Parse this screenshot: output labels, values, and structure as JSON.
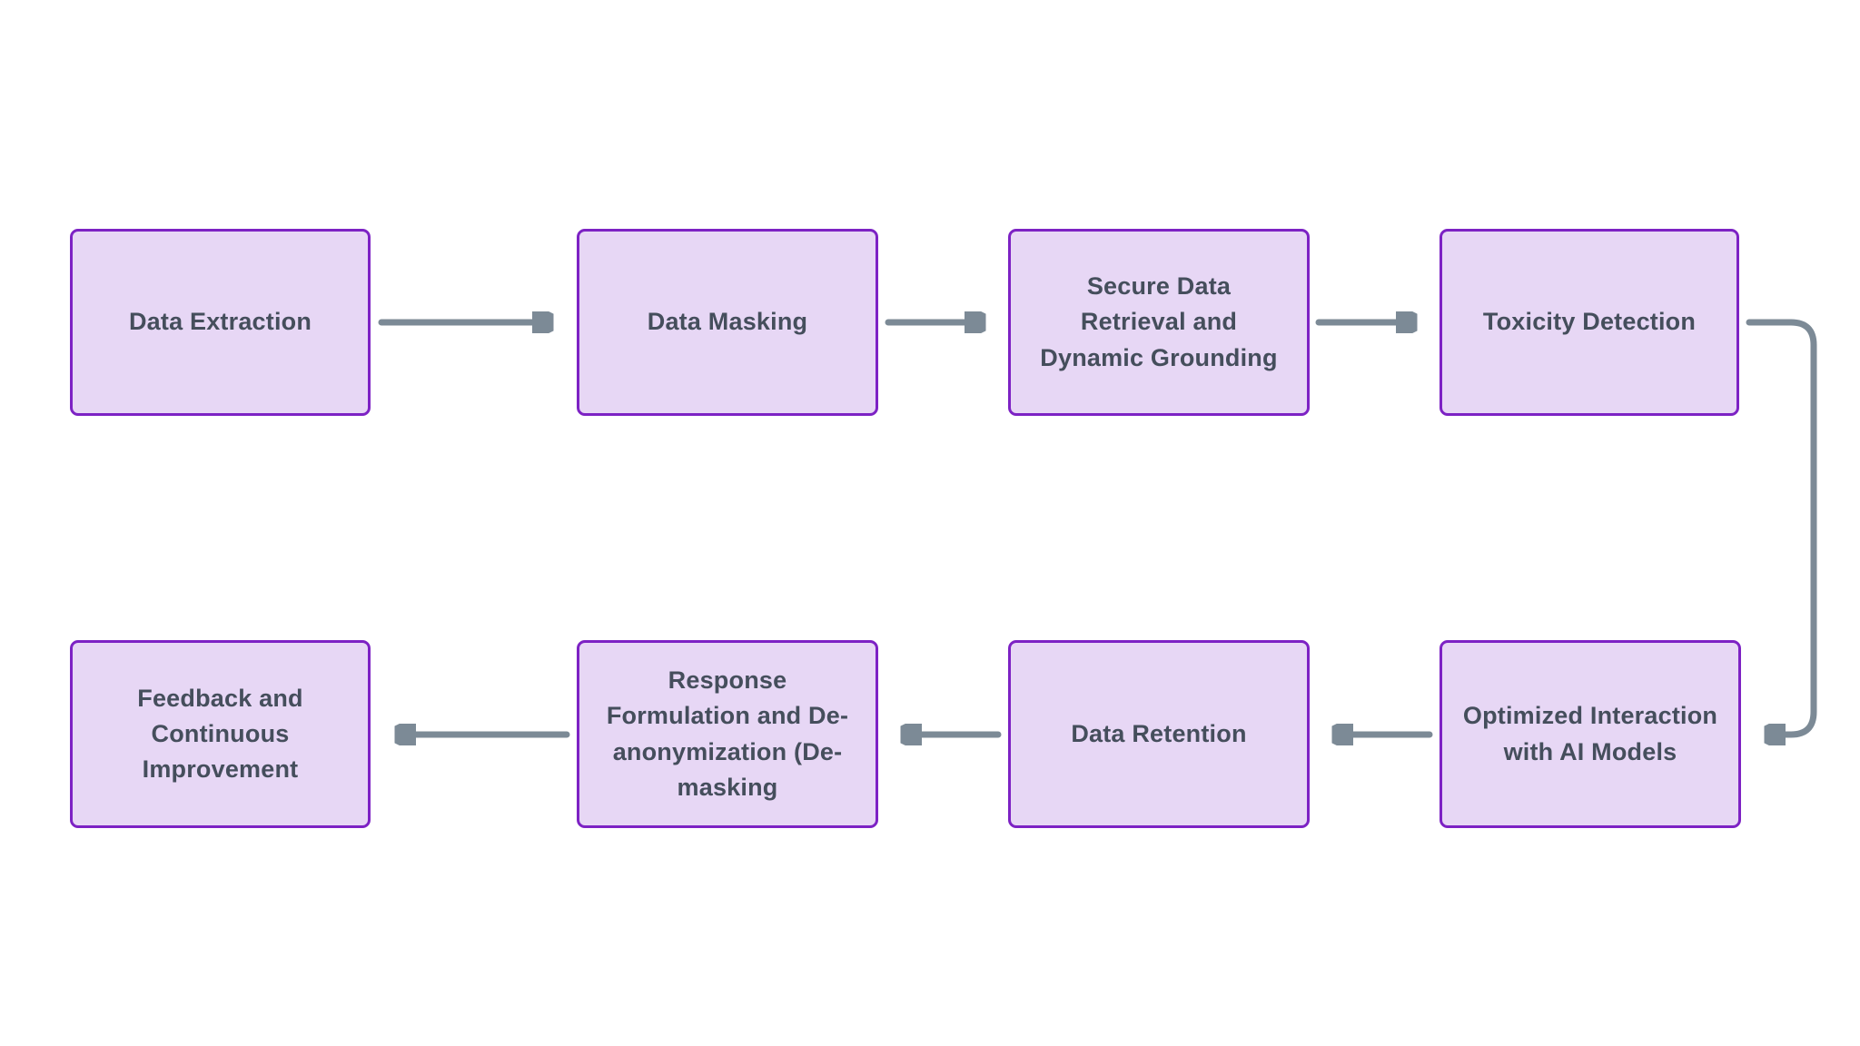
{
  "diagram": {
    "type": "flowchart",
    "colors": {
      "background": "#ffffff",
      "node_fill": "#e7d7f5",
      "node_border": "#7d22c4",
      "node_text": "#454e5c",
      "arrow": "#7c8a96"
    },
    "nodes": [
      {
        "id": "data-extraction",
        "label": "Data Extraction"
      },
      {
        "id": "data-masking",
        "label": "Data Masking"
      },
      {
        "id": "secure-data-retrieval",
        "label": "Secure Data\nRetrieval and\nDynamic Grounding"
      },
      {
        "id": "toxicity-detection",
        "label": "Toxicity Detection"
      },
      {
        "id": "optimized-interaction",
        "label": "Optimized Interaction\nwith AI Models"
      },
      {
        "id": "data-retention",
        "label": "Data Retention"
      },
      {
        "id": "response-formulation",
        "label": "Response\nFormulation and De-\nanonymization (De-\nmasking"
      },
      {
        "id": "feedback",
        "label": "Feedback and\nContinuous\nImprovement"
      }
    ],
    "edges": [
      {
        "from": "data-extraction",
        "to": "data-masking"
      },
      {
        "from": "data-masking",
        "to": "secure-data-retrieval"
      },
      {
        "from": "secure-data-retrieval",
        "to": "toxicity-detection"
      },
      {
        "from": "toxicity-detection",
        "to": "optimized-interaction"
      },
      {
        "from": "optimized-interaction",
        "to": "data-retention"
      },
      {
        "from": "data-retention",
        "to": "response-formulation"
      },
      {
        "from": "response-formulation",
        "to": "feedback"
      }
    ]
  }
}
